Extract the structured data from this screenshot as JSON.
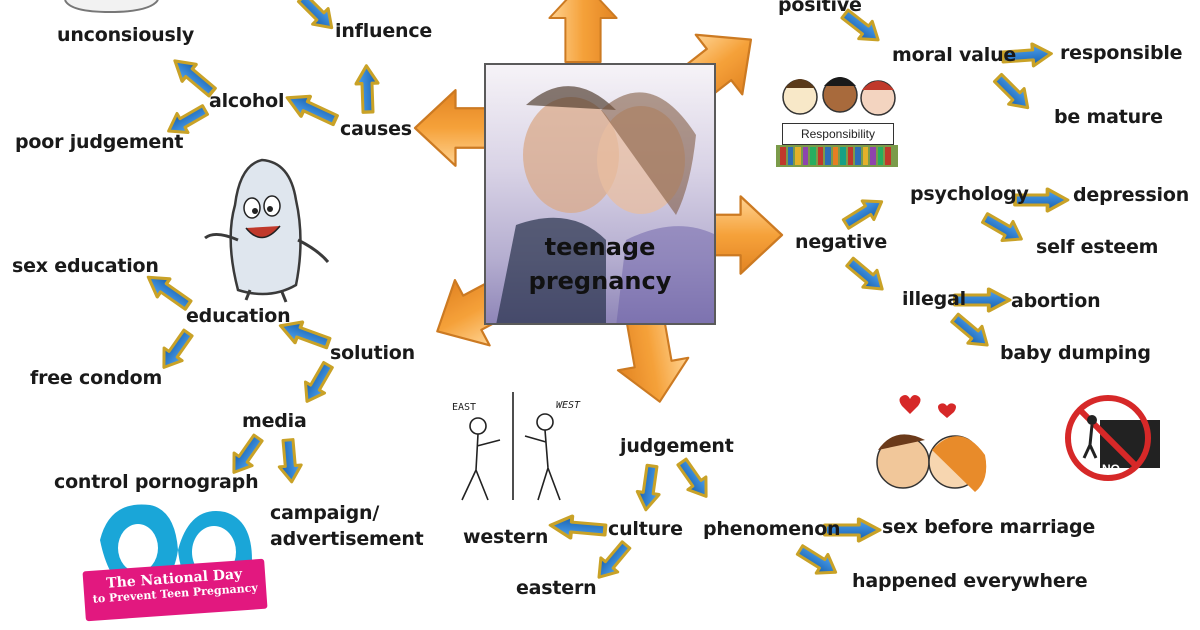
{
  "center": {
    "line1": "teenage",
    "line2": "pregnancy"
  },
  "labels": {
    "positive": "positive",
    "moral_value": "moral value",
    "responsible": "responsible",
    "be_mature": "be mature",
    "negative": "negative",
    "psychology": "psychology",
    "depression": "depression",
    "self_esteem": "self esteem",
    "illegal": "illegal",
    "abortion": "abortion",
    "baby_dumping": "baby dumping",
    "judgement": "judgement",
    "culture": "culture",
    "western": "western",
    "eastern": "eastern",
    "phenomenon": "phenomenon",
    "sex_before_marriage": "sex before marriage",
    "happened_everywhere": "happened everywhere",
    "solution": "solution",
    "education": "education",
    "sex_education": "sex education",
    "free_condom": "free condom",
    "media": "media",
    "control_pornograph": "control pornograph",
    "campaign": "campaign/ advertisement",
    "causes": "causes",
    "alcohol": "alcohol",
    "unconsiously": "unconsiously",
    "poor_judgement": "poor judgement",
    "influence": "influence"
  },
  "images": {
    "responsibility_sign": "Responsibility",
    "east_label": "EAST",
    "west_label": "WEST",
    "no_sign": "NO",
    "badge_line1": "The National Day",
    "badge_line2": "to Prevent Teen Pregnancy"
  },
  "colors": {
    "orange_arrow": "#f39a2a",
    "blue_arrow": "#1f6fc0",
    "gold_outline": "#c9a227"
  }
}
